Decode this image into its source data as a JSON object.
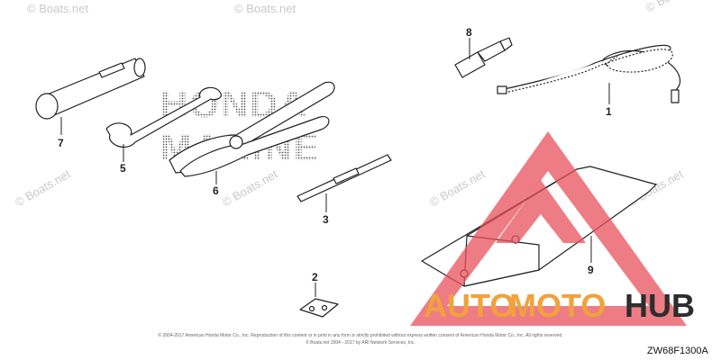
{
  "watermarks": [
    "© Boats.net",
    "© Boats.net",
    "© Boats.net",
    "© Boats.net",
    "© Boats.net",
    "© Boats.net",
    "© Boats.net"
  ],
  "brand": {
    "line1": "HONDA",
    "line2": "MARINE"
  },
  "logo": {
    "part_auto": "AUTO",
    "part_moto": "MOTO",
    "part_hub": "HUB",
    "color_red": "#e8505b",
    "color_orange": "#f0a23c",
    "color_dark": "#2d2d2d"
  },
  "callouts": [
    {
      "id": "1",
      "part": "rope"
    },
    {
      "id": "2",
      "part": "clip"
    },
    {
      "id": "3",
      "part": "screwdriver"
    },
    {
      "id": "5",
      "part": "wrench"
    },
    {
      "id": "6",
      "part": "pliers"
    },
    {
      "id": "7",
      "part": "plug-wrench"
    },
    {
      "id": "8",
      "part": "spark-plug"
    },
    {
      "id": "9",
      "part": "tool-bag"
    }
  ],
  "copyright_line1": "© 2004-2017 American Honda Motor Co., Inc. Reproduction of this content or in print in any form is strictly prohibited without express written consent of American Honda Motor Co., Inc. All rights reserved.",
  "copyright_line2": "© Boats.net 2004 - 2017 by ARI Network Services, Inc.",
  "figure_code": "ZW68F1300A"
}
